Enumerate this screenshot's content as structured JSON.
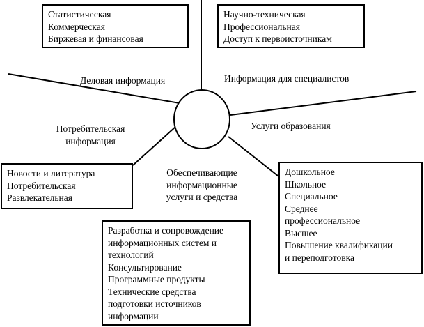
{
  "boxes": {
    "business": [
      "Статистическая",
      "Коммерческая",
      "Биржевая и финансовая"
    ],
    "specialists": [
      "Научно-техническая",
      "Профессиональная",
      "Доступ к первоисточникам"
    ],
    "consumer": [
      "Новости и литература",
      "Потребительская",
      "Развлекательная"
    ],
    "education": [
      "Дошкольное",
      "Школьное",
      "Специальное",
      "Среднее",
      "профессиональное",
      "Высшее",
      "Повышение квалификации",
      "и переподготовка"
    ],
    "support": [
      "Разработка и сопровождение",
      "информационных систем и",
      "технологий",
      "Консультирование",
      "Программные продукты",
      "Технические средства",
      "подготовки источников",
      "информации"
    ]
  },
  "labels": {
    "business": "Деловая информация",
    "specialists": "Информация для специалистов",
    "consumer_1": "Потребительская",
    "consumer_2": "информация",
    "education": "Услуги образования",
    "support_1": "Обеспечивающие",
    "support_2": "информационные",
    "support_3": "услуги и средства"
  }
}
